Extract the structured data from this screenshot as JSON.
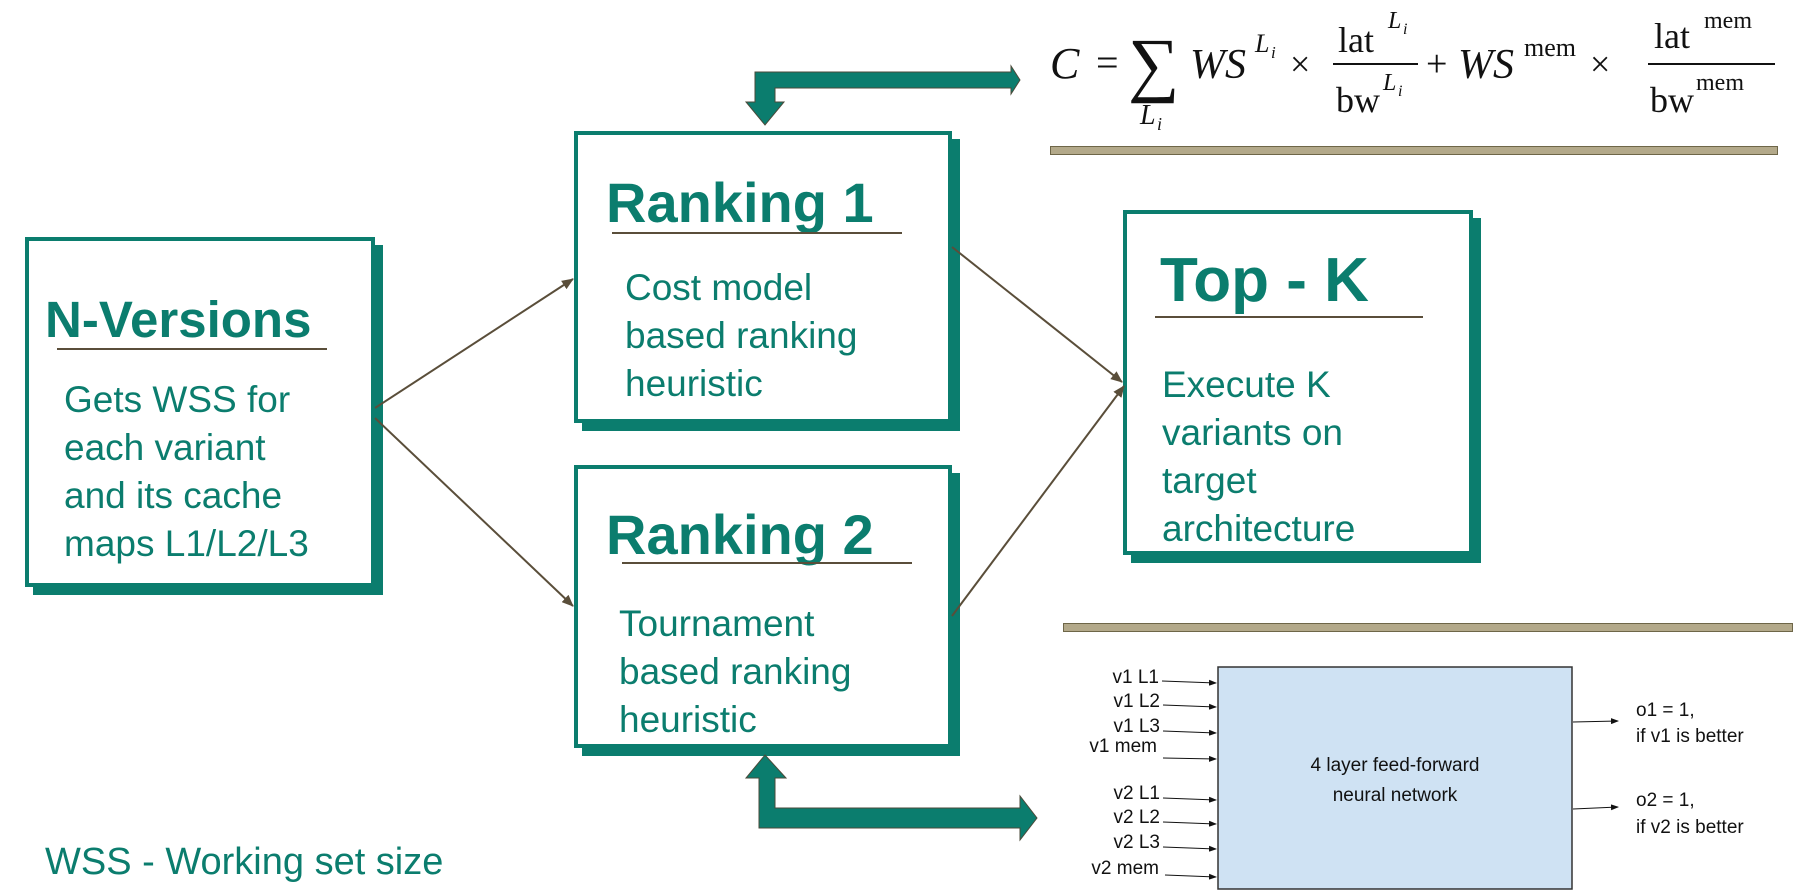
{
  "nversions": {
    "title": "N-Versions",
    "lines": [
      "Gets WSS for",
      "each variant",
      "and its cache",
      "maps L1/L2/L3"
    ]
  },
  "ranking1": {
    "title": "Ranking 1",
    "lines": [
      "Cost model",
      "based ranking",
      "heuristic"
    ]
  },
  "ranking2": {
    "title": "Ranking 2",
    "lines": [
      "Tournament",
      "based ranking",
      "heuristic"
    ]
  },
  "topk": {
    "title": "Top - K",
    "lines": [
      "Execute K",
      "variants on",
      "target",
      "architecture"
    ]
  },
  "footnote": "WSS - Working set size",
  "formula": {
    "lhs": "C",
    "sum_sub": "L",
    "ws": "WS",
    "sup_L": "L",
    "sub_i": "i",
    "lat": "lat",
    "bw": "bw",
    "mem": "mem"
  },
  "nn": {
    "label_line1": "4 layer feed-forward",
    "label_line2": "neural network",
    "inputs": [
      "v1 L1",
      "v1 L2",
      "v1 L3",
      "v1 mem",
      "v2 L1",
      "v2 L2",
      "v2 L3",
      "v2 mem"
    ],
    "outputs": [
      {
        "line1": "o1 = 1,",
        "line2": "if v1 is better"
      },
      {
        "line1": "o2 = 1,",
        "line2": "if v2 is better"
      }
    ]
  },
  "colors": {
    "teal": "#0b7d6e",
    "arrow": "#5a4e3a",
    "bar": "#b3a98a",
    "nn_fill": "#cfe2f3"
  }
}
